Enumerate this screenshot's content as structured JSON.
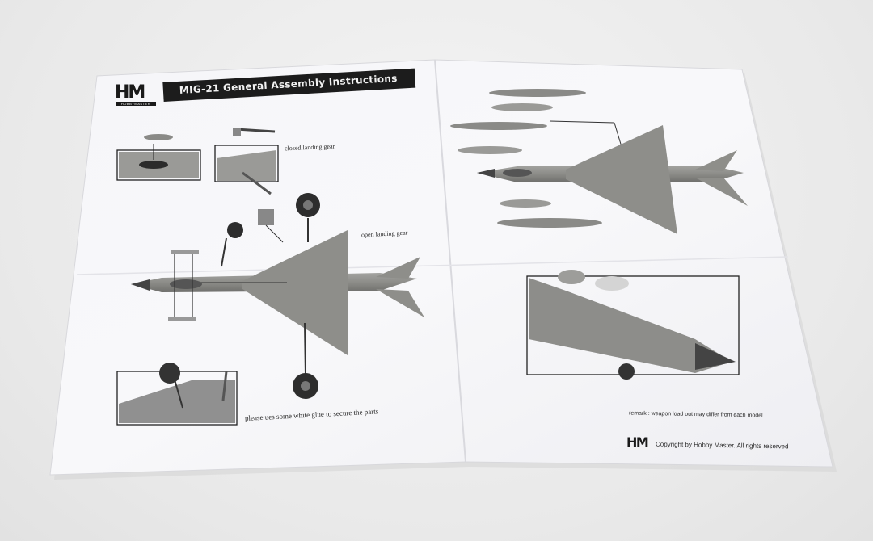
{
  "left_page": {
    "brand_logo": "HM",
    "brand_subtitle": "HOBBYMASTER",
    "title": "MIG-21 General Assembly Instructions",
    "closed_gear_label": "closed landing gear",
    "open_gear_label": "open landing gear",
    "glue_note": "please ues some white glue to secure the parts"
  },
  "right_page": {
    "remark": "remark : weapon load out may differ from each model",
    "footer_logo": "HM",
    "copyright": "Copyright by Hobby Master. All rights reserved"
  },
  "colors": {
    "background": "#ececec",
    "paper": "#f7f7fa",
    "aircraft_gray": "#8d8d8a",
    "ink": "#1c1c1c"
  }
}
